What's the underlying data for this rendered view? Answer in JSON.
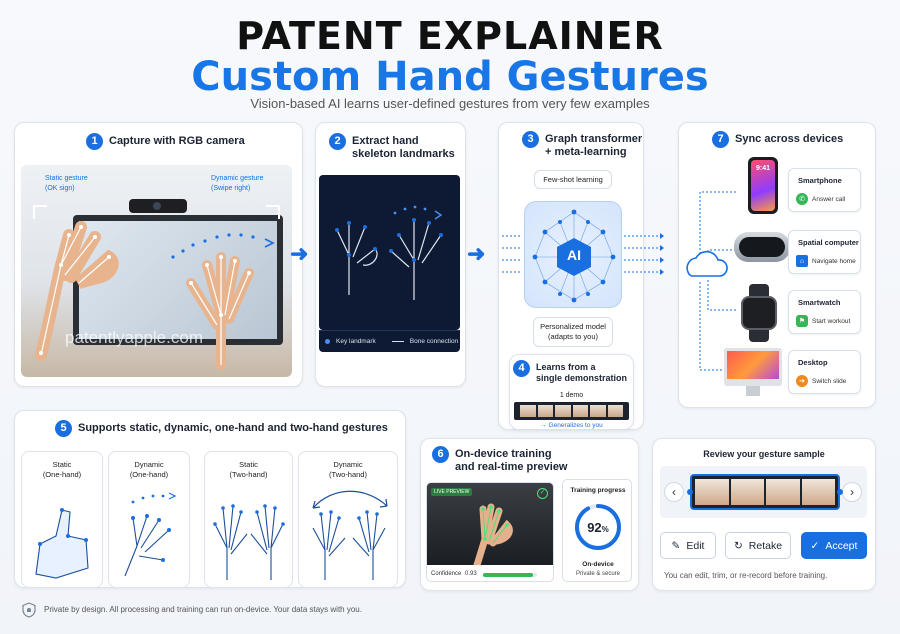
{
  "header": {
    "title_line1": "PATENT EXPLAINER",
    "title_line2": "Custom Hand Gestures",
    "subtitle": "Vision-based AI learns user-defined gestures from very few examples"
  },
  "step1": {
    "num": "1",
    "title": "Capture with RGB camera",
    "static_label": "Static gesture",
    "static_sub": "(OK sign)",
    "dynamic_label": "Dynamic gesture",
    "dynamic_sub": "(Swipe right)",
    "watermark": "patentlyapple.com"
  },
  "step2": {
    "num": "2",
    "title_line1": "Extract hand",
    "title_line2": "skeleton landmarks",
    "legend_landmark": "Key landmark",
    "legend_bone": "Bone connection"
  },
  "step3": {
    "num": "3",
    "title_line1": "Graph transformer",
    "title_line2": "+ meta-learning",
    "few_shot": "Few-shot learning",
    "ai": "AI",
    "model_line1": "Personalized model",
    "model_line2": "(adapts to you)"
  },
  "step4": {
    "num": "4",
    "title_line1": "Learns from a",
    "title_line2": "single demonstration",
    "demo": "1 demo",
    "generalizes": "→ Generalizes to you"
  },
  "step5": {
    "num": "5",
    "title": "Supports static, dynamic, one-hand and two-hand gestures",
    "cells": [
      {
        "line1": "Static",
        "line2": "(One-hand)"
      },
      {
        "line1": "Dynamic",
        "line2": "(One-hand)"
      },
      {
        "line1": "Static",
        "line2": "(Two-hand)"
      },
      {
        "line1": "Dynamic",
        "line2": "(Two-hand)"
      }
    ]
  },
  "step6": {
    "num": "6",
    "title_line1": "On-device training",
    "title_line2": "and real-time preview",
    "live": "LIVE PREVIEW",
    "confidence_label": "Confidence",
    "confidence_value": "0.93",
    "confidence_fraction": 0.93,
    "progress_title": "Training progress",
    "progress_value": "92",
    "progress_unit": "%",
    "progress_fraction": 0.92,
    "ondevice": "On-device",
    "private": "Private & secure"
  },
  "step7": {
    "num": "7",
    "title": "Sync across devices",
    "phone_time": "9:41",
    "devices": [
      {
        "name": "Smartphone",
        "action": "Answer call",
        "icon": "phone-icon",
        "color": "#34b755"
      },
      {
        "name": "Spatial computer",
        "action": "Navigate home",
        "icon": "home-icon",
        "color": "#1a6fe0"
      },
      {
        "name": "Smartwatch",
        "action": "Start workout",
        "icon": "run-icon",
        "color": "#34b755"
      },
      {
        "name": "Desktop",
        "action": "Switch slide",
        "icon": "arrow-icon",
        "color": "#f08a1c"
      }
    ]
  },
  "review": {
    "title": "Review your gesture sample",
    "edit": "Edit",
    "retake": "Retake",
    "accept": "Accept",
    "note": "You can edit, trim, or re-record before training."
  },
  "footer": {
    "privacy": "Private by design. All processing and training can run on-device. Your data stays with you."
  },
  "colors": {
    "accent": "#1a6fe0",
    "success": "#34b755",
    "text": "#1c2433"
  }
}
